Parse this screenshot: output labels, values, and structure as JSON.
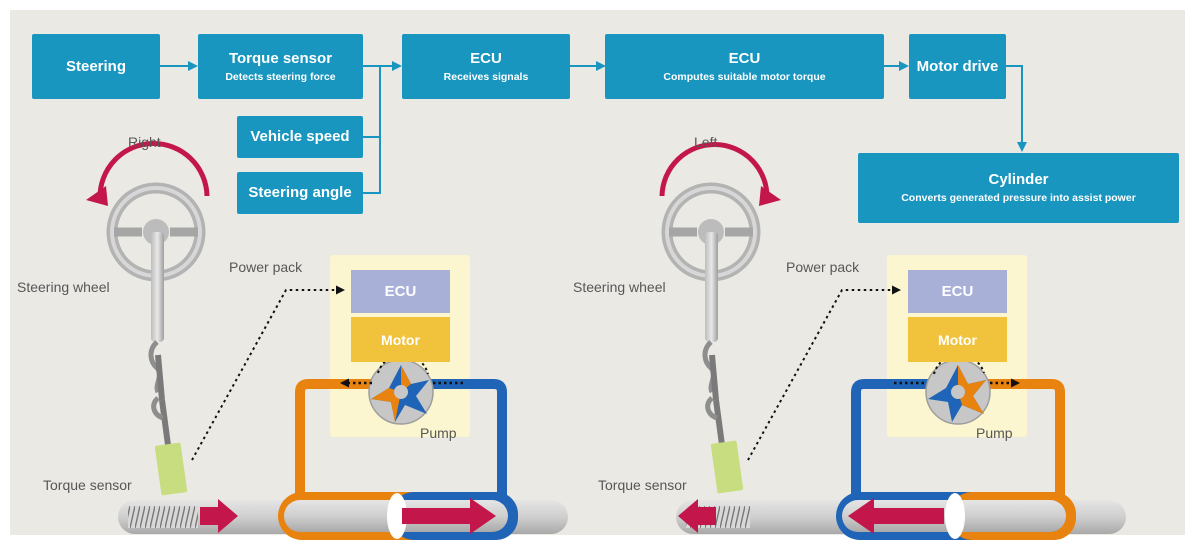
{
  "flow": {
    "steering": "Steering",
    "torque_title": "Torque sensor",
    "torque_sub": "Detects steering force",
    "speed": "Vehicle speed",
    "angle": "Steering angle",
    "ecu1_title": "ECU",
    "ecu1_sub": "Receives signals",
    "ecu2_title": "ECU",
    "ecu2_sub": "Computes suitable motor torque",
    "motor_drive": "Motor drive",
    "cyl_title": "Cylinder",
    "cyl_sub": "Converts generated pressure into assist power"
  },
  "left": {
    "direction": "Right",
    "steering_wheel": "Steering wheel",
    "power_pack": "Power pack",
    "ecu": "ECU",
    "motor": "Motor",
    "pump": "Pump",
    "torque_sensor": "Torque sensor"
  },
  "right": {
    "direction": "Left",
    "steering_wheel": "Steering wheel",
    "power_pack": "Power pack",
    "ecu": "ECU",
    "motor": "Motor",
    "pump": "Pump",
    "torque_sensor": "Torque sensor"
  },
  "colors": {
    "box": "#1896bf",
    "background": "#ebe9e4",
    "orange_line": "#e8830f",
    "blue_line": "#1f64b6",
    "arrow_red": "#c3164a",
    "ecu_block": "#a9b0d8",
    "motor_block": "#f1c23c",
    "power_pack_bg": "#fbf6cf",
    "sensor_green": "#c7dd7f"
  }
}
